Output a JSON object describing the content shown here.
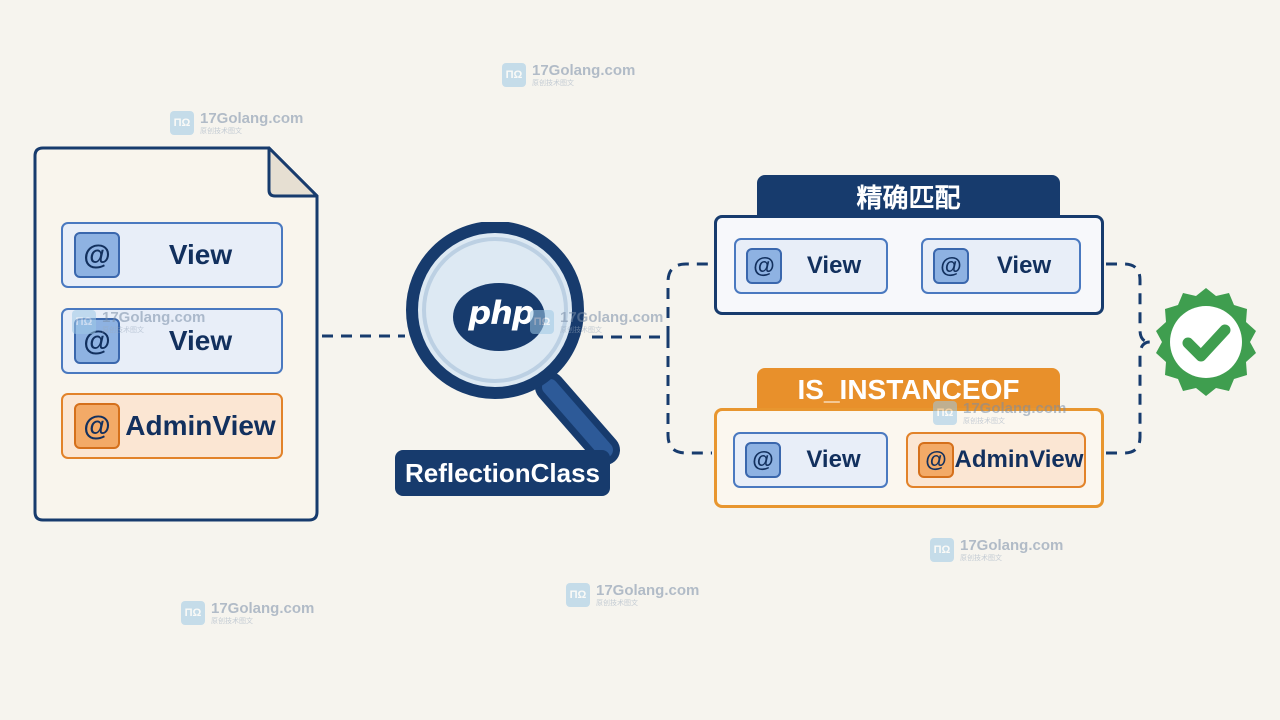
{
  "document": {
    "annotations": [
      {
        "symbol": "@",
        "label": "View",
        "tone": "blue"
      },
      {
        "symbol": "@",
        "label": "View",
        "tone": "blue"
      },
      {
        "symbol": "@",
        "label": "AdminView",
        "tone": "orange"
      }
    ]
  },
  "inspector": {
    "logo_text": "php",
    "label": "ReflectionClass"
  },
  "matches": {
    "exact": {
      "title": "精确匹配",
      "items": [
        {
          "symbol": "@",
          "label": "View",
          "tone": "blue"
        },
        {
          "symbol": "@",
          "label": "View",
          "tone": "blue"
        }
      ]
    },
    "instanceof": {
      "title": "IS_INSTANCEOF",
      "items": [
        {
          "symbol": "@",
          "label": "View",
          "tone": "blue"
        },
        {
          "symbol": "@",
          "label": "AdminView",
          "tone": "orange"
        }
      ]
    }
  },
  "result": {
    "icon": "check-badge-icon"
  },
  "watermark": {
    "logo": "ΠΩ",
    "text": "17Golang.com",
    "subtext": "原创技术图文"
  },
  "colors": {
    "navy": "#173b6d",
    "orange": "#e8902b",
    "blue_border": "#4a79c0",
    "green": "#3f9e4f",
    "background": "#f6f4ee"
  }
}
